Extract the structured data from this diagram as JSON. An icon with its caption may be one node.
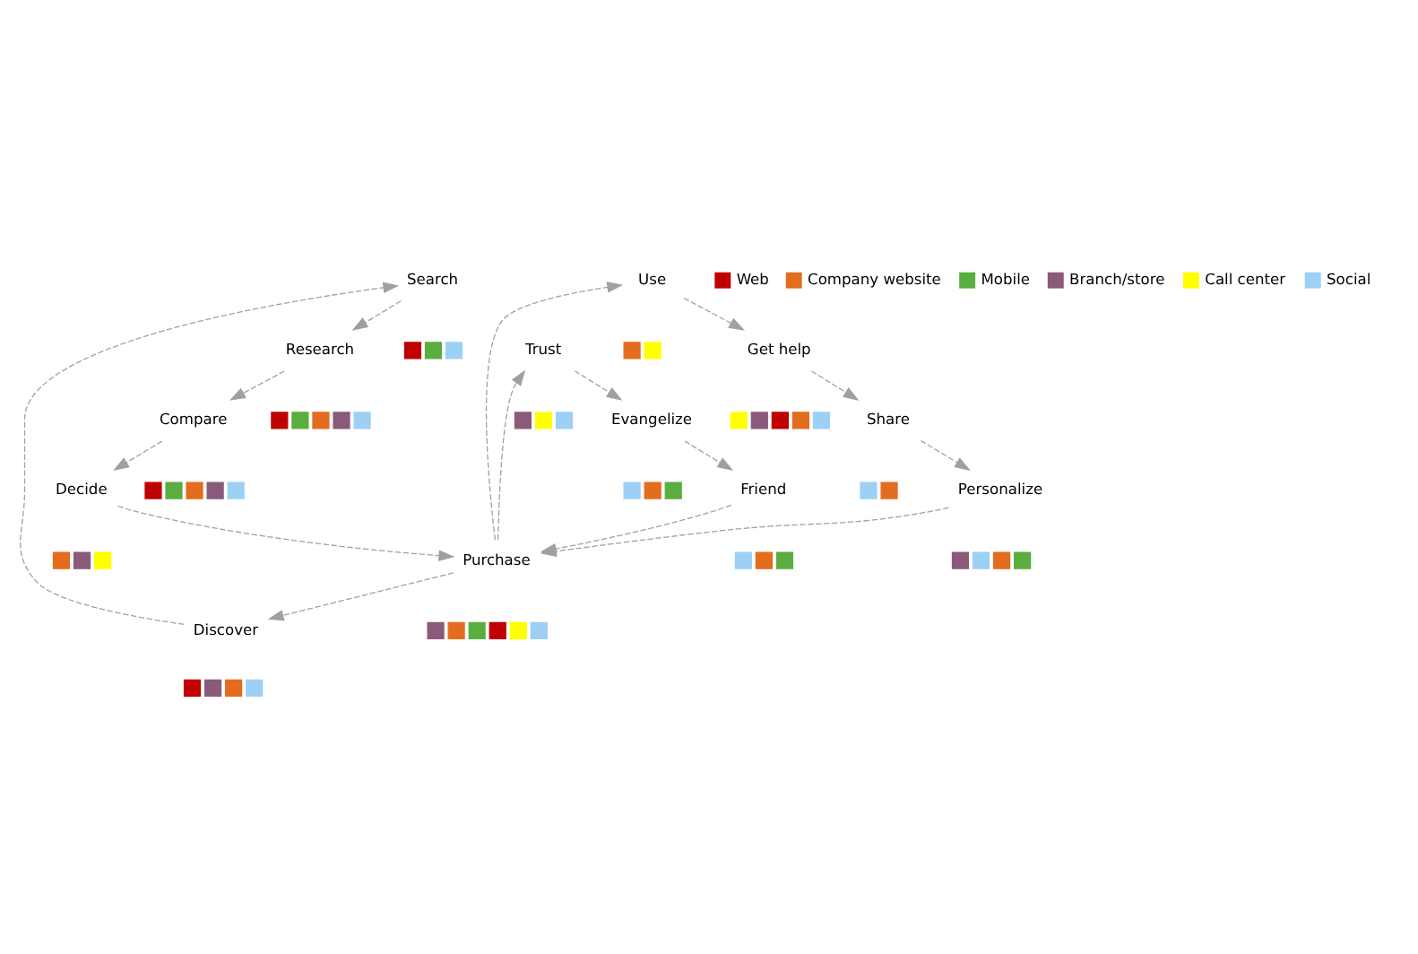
{
  "diagram": {
    "nodes": [
      {
        "text": [
          "Search"
        ]
      },
      {
        "text": [],
        "shape": "box"
      },
      {
        "text": [],
        "shape": "box"
      },
      {
        "text": [],
        "shape": "box"
      },
      {
        "text": [
          "Research"
        ]
      },
      {
        "text": [],
        "shape": "box"
      },
      {
        "text": [],
        "shape": "box"
      },
      {
        "text": [],
        "shape": "box"
      },
      {
        "text": [],
        "shape": "box"
      },
      {
        "text": [],
        "shape": "box"
      },
      {
        "text": [
          "Get help"
        ]
      },
      {
        "text": [],
        "shape": "box"
      },
      {
        "text": [],
        "shape": "box"
      },
      {
        "text": [],
        "shape": "box"
      },
      {
        "text": [],
        "shape": "box"
      },
      {
        "text": [],
        "shape": "box"
      },
      {
        "text": [
          "Discover"
        ]
      },
      {
        "text": [],
        "shape": "box"
      },
      {
        "text": [],
        "shape": "box"
      },
      {
        "text": [],
        "shape": "box"
      },
      {
        "text": [],
        "shape": "box"
      },
      {
        "text": [
          "Share"
        ]
      },
      {
        "text": [],
        "shape": "box"
      },
      {
        "text": [],
        "shape": "box"
      },
      {
        "text": [
          "Use"
        ]
      },
      {
        "text": [],
        "shape": "box"
      },
      {
        "text": [],
        "shape": "box"
      },
      {
        "text": [
          "Evangelize"
        ]
      },
      {
        "text": [],
        "shape": "box"
      },
      {
        "text": [],
        "shape": "box"
      },
      {
        "text": [],
        "shape": "box"
      },
      {
        "text": [
          "Personalize"
        ]
      },
      {
        "text": [],
        "shape": "box"
      },
      {
        "text": [],
        "shape": "box"
      },
      {
        "text": [],
        "shape": "box"
      },
      {
        "text": [],
        "shape": "box"
      },
      {
        "text": [
          "Trust"
        ]
      },
      {
        "text": [],
        "shape": "box"
      },
      {
        "text": [],
        "shape": "box"
      },
      {
        "text": [],
        "shape": "box"
      },
      {
        "text": [
          "Compare"
        ]
      },
      {
        "text": [],
        "shape": "box"
      },
      {
        "text": [],
        "shape": "box"
      },
      {
        "text": [],
        "shape": "box"
      },
      {
        "text": [],
        "shape": "box"
      },
      {
        "text": [],
        "shape": "box"
      },
      {
        "text": [
          "Friend"
        ]
      },
      {
        "text": [],
        "shape": "box"
      },
      {
        "text": [],
        "shape": "box"
      },
      {
        "text": [],
        "shape": "box"
      },
      {
        "text": [
          "Decide"
        ]
      },
      {
        "text": [],
        "shape": "box"
      },
      {
        "text": [],
        "shape": "box"
      },
      {
        "text": [],
        "shape": "box"
      },
      {
        "text": [
          "Purchase"
        ]
      },
      {
        "text": [],
        "shape": "box"
      },
      {
        "text": [],
        "shape": "box"
      },
      {
        "text": [],
        "shape": "box"
      },
      {
        "text": [],
        "shape": "box"
      },
      {
        "text": [],
        "shape": "box"
      },
      {
        "text": [],
        "shape": "box"
      }
    ],
    "edges": [
      {
        "from": 54,
        "to": 16,
        "arrow": "to",
        "style": "dashed"
      },
      {
        "from": 16,
        "to": 0,
        "arrow": "to",
        "style": "dashed"
      },
      {
        "from": 0,
        "to": 4,
        "arrow": "to",
        "style": "dashed"
      },
      {
        "from": 4,
        "to": 40,
        "arrow": "to",
        "style": "dashed"
      },
      {
        "from": 40,
        "to": 50,
        "arrow": "to",
        "style": "dashed"
      },
      {
        "from": 50,
        "to": 54,
        "arrow": "to",
        "style": "dashed"
      },
      {
        "from": 54,
        "to": 24,
        "arrow": "to",
        "style": "dashed"
      },
      {
        "from": 24,
        "to": 10,
        "arrow": "to",
        "style": "dashed"
      },
      {
        "from": 10,
        "to": 21,
        "arrow": "to",
        "style": "dashed"
      },
      {
        "from": 21,
        "to": 31,
        "arrow": "to",
        "style": "dashed"
      },
      {
        "from": 31,
        "to": 54,
        "arrow": "to",
        "style": "dashed"
      },
      {
        "from": 54,
        "to": 36,
        "arrow": "to",
        "style": "dashed"
      },
      {
        "from": 36,
        "to": 27,
        "arrow": "to",
        "style": "dashed"
      },
      {
        "from": 27,
        "to": 46,
        "arrow": "to",
        "style": "dashed"
      },
      {
        "from": 46,
        "to": 54,
        "arrow": "to",
        "style": "dashed"
      }
    ],
    "legend": [
      {
        "text": "Web",
        "color": "#c00000"
      },
      {
        "text": "Company website",
        "color": "#e36c1e"
      },
      {
        "text": "Mobile",
        "color": "#5aae3f"
      },
      {
        "text": "Branch/store",
        "color": "#8b5a7a"
      },
      {
        "text": "Call center",
        "color": "#ffff00"
      },
      {
        "text": "Social",
        "color": "#9dd0f5"
      }
    ]
  }
}
